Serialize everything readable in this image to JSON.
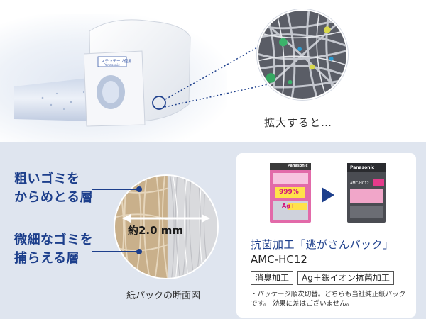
{
  "top": {
    "bag_label": "ステンテープ使用",
    "bag_sub_label": "Panasonic",
    "zoom_caption": "拡大すると…"
  },
  "bottom": {
    "coarse_layer_label_1": "粗いゴミを",
    "coarse_layer_label_2": "からめとる層",
    "fine_layer_label_1": "微細なゴミを",
    "fine_layer_label_2": "捕らえる層",
    "thickness_label": "約2.0 mm",
    "cross_section_caption": "紙パックの断面図"
  },
  "product": {
    "package_1_brand": "Panasonic",
    "package_1_badge": "999%",
    "package_1_brand_mark": "Ag+",
    "package_2_brand": "Panasonic",
    "package_2_model": "AMC-HC12",
    "title": "抗菌加工「逃がさんパック」",
    "model": "AMC-HC12",
    "tags": [
      "消臭加工",
      "Ag＋銀イオン抗菌加工"
    ],
    "note": "・パッケージ順次切替。どちらも当社純正紙パックです。 効果に差はございません。"
  },
  "colors": {
    "accent": "#1d3f8c",
    "band": "#dfe5ef",
    "pkg_pink": "#e85aa8"
  }
}
